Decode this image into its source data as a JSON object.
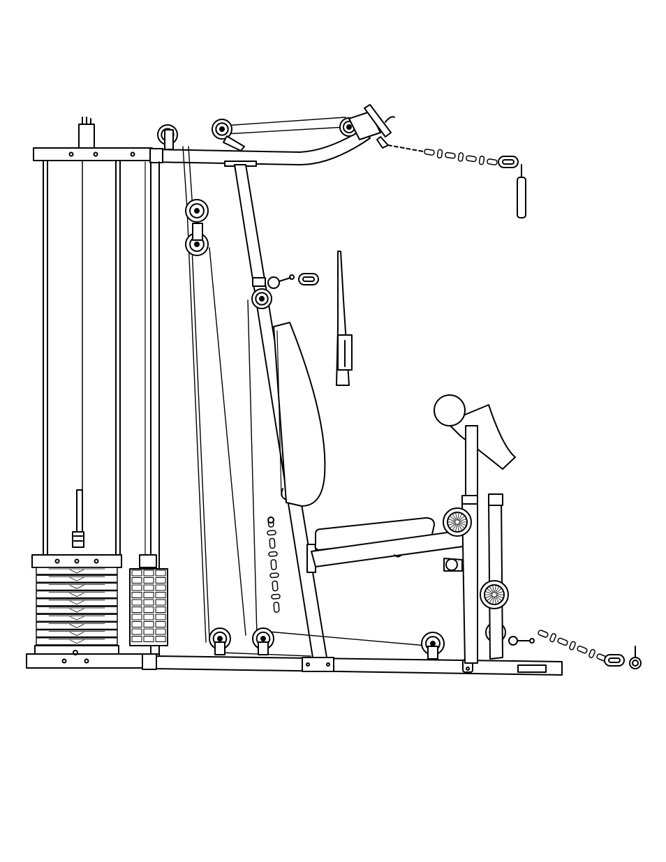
{
  "page": {
    "background": "#ffffff",
    "line_color": "#000000"
  },
  "diagram": {
    "parts": [
      "weight-stack",
      "selector-pin",
      "guide-rods",
      "top-frame",
      "front-upright",
      "pulleys",
      "cables",
      "chains",
      "snap-links",
      "backrest",
      "seat",
      "arm-pad",
      "leg-roller-pads",
      "base-frame",
      "hand-grip-bar"
    ],
    "plate_count": 10
  }
}
